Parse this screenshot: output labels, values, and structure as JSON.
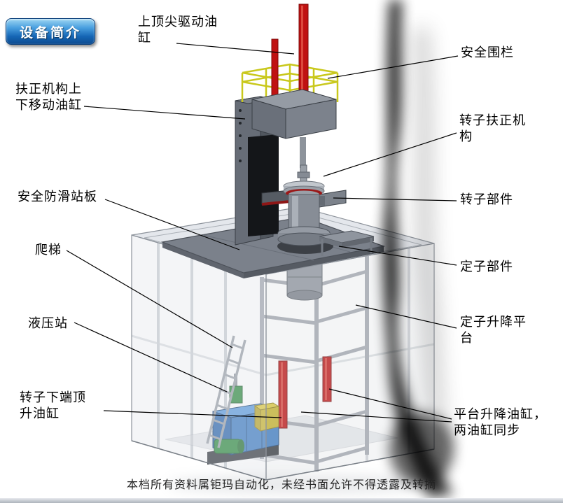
{
  "badge": {
    "label": "设备简介"
  },
  "labels": {
    "top_pin_cylinder": "上顶尖驱动油缸",
    "safety_fence": "安全围栏",
    "centering_move_cylinder": "扶正机构上下移动油缸",
    "rotor_centering_mechanism": "转子扶正机构",
    "anti_slip_board": "安全防滑站板",
    "ladder": "爬梯",
    "rotor_part": "转子部件",
    "stator_part": "定子部件",
    "hydraulic_station": "液压站",
    "stator_lift_platform": "定子升降平台",
    "rotor_bottom_jack_cylinder": "转子下端顶升油缸",
    "platform_lift_cylinders": "平台升降油缸，两油缸同步"
  },
  "footer": {
    "text": "本档所有资料属钜玛自动化，未经书面允许不得透露及转摘"
  },
  "colors": {
    "badge_blue": "#1565b4",
    "cylinder_red": "#c01212",
    "railing_yellow": "#c9c81c",
    "hydraulic_blue": "#3d7cc2",
    "platform_gray": "#7b818b"
  }
}
